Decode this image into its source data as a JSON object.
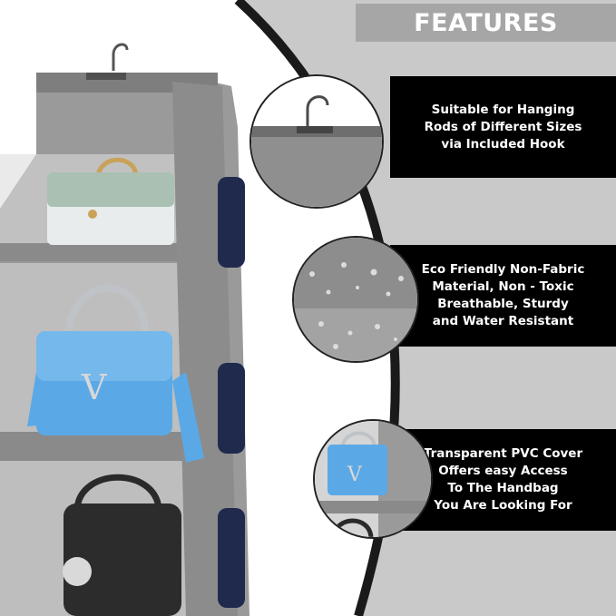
{
  "header": {
    "title": "FEATURES"
  },
  "features": [
    {
      "text": "Suitable for Hanging\nRods of Different Sizes\nvia Included Hook",
      "icon": "hanger-icon"
    },
    {
      "text": "Eco Friendly Non-Fabric\nMaterial, Non - Toxic\nBreathable, Sturdy\nand Water Resistant",
      "icon": "water-drops-icon"
    },
    {
      "text": "Transparent PVC Cover\nOffers easy Access\nTo The Handbag\nYou Are Looking For",
      "icon": "handbag-icon"
    }
  ],
  "colors": {
    "background": "#ffffff",
    "panel_grey": "#c9c9c9",
    "band_black": "#000000",
    "header_grey": "#a6a6a6",
    "organizer_grey": "#8c8c8c",
    "bag_blue": "#5aa9e6",
    "bag_navy": "#1f2a4d"
  }
}
